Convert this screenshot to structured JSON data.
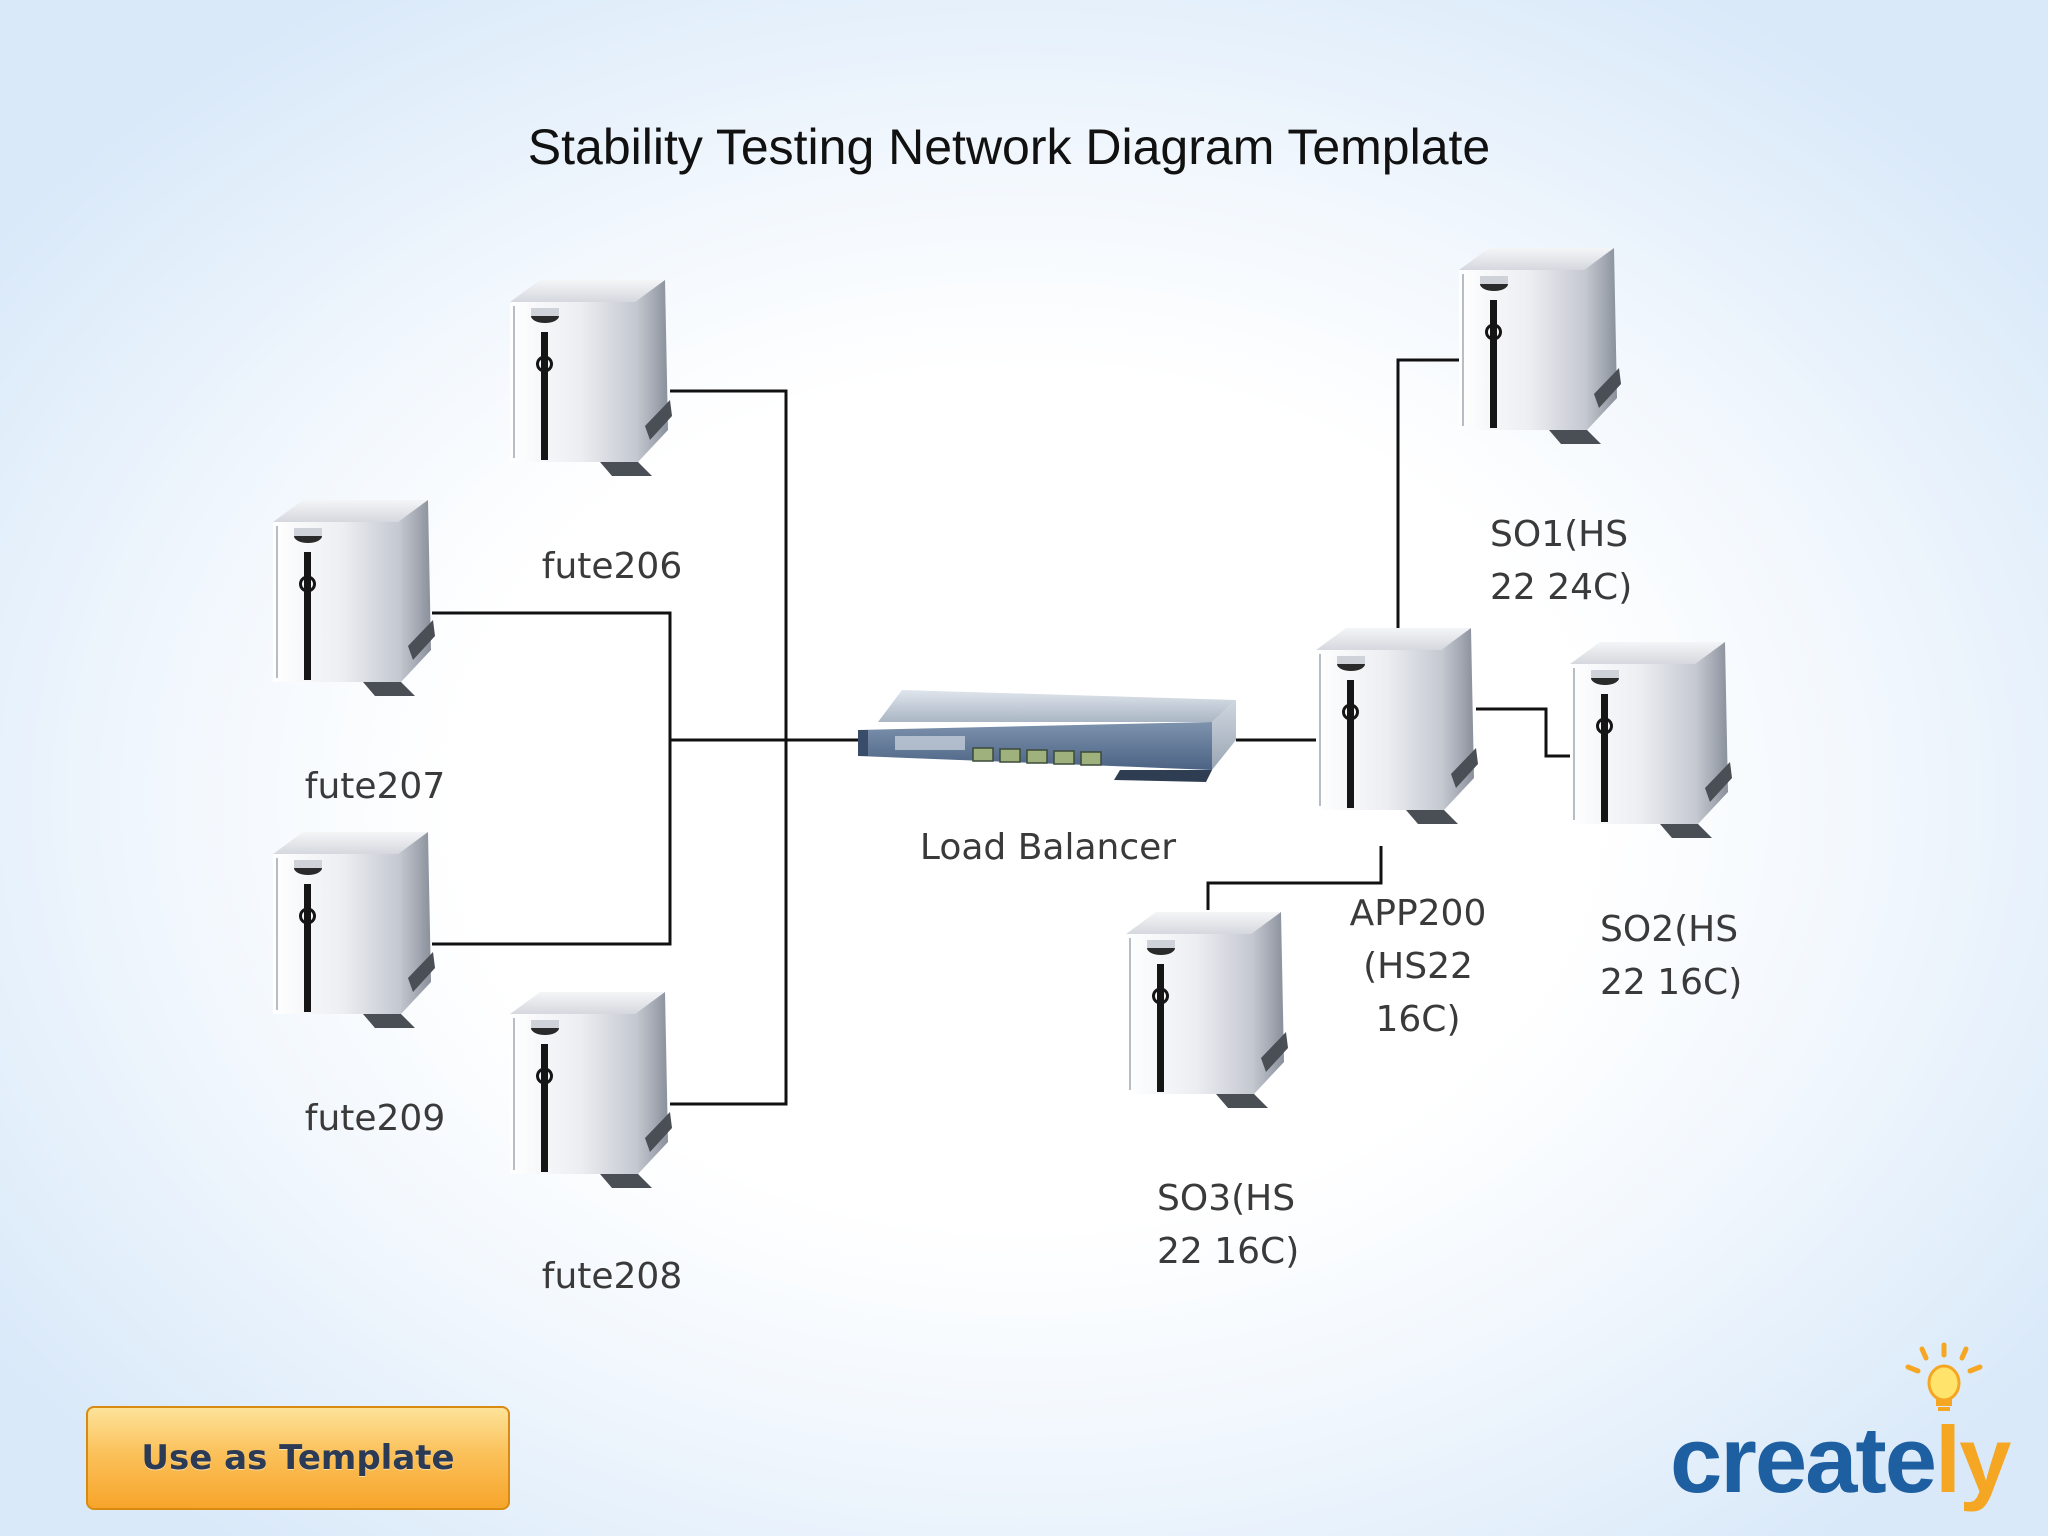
{
  "title": "Stability Testing Network Diagram Template",
  "nodes": {
    "fute206": "fute206",
    "fute207": "fute207",
    "fute209": "fute209",
    "fute208": "fute208",
    "load_balancer": "Load Balancer",
    "app200": [
      "APP200",
      "(HS22",
      "16C)"
    ],
    "so1": [
      "SO1(HS",
      "22 24C)"
    ],
    "so2": [
      "SO2(HS",
      "22 16C)"
    ],
    "so3": [
      "SO3(HS",
      "22 16C)"
    ]
  },
  "button": {
    "label": "Use as Template"
  },
  "logo": {
    "text": "creately",
    "icon": "lightbulb-icon"
  },
  "colors": {
    "connector": "#111111",
    "button_orange": "#f7a52b",
    "logo_blue": "#1d5fa0",
    "logo_orange": "#f5a623"
  }
}
